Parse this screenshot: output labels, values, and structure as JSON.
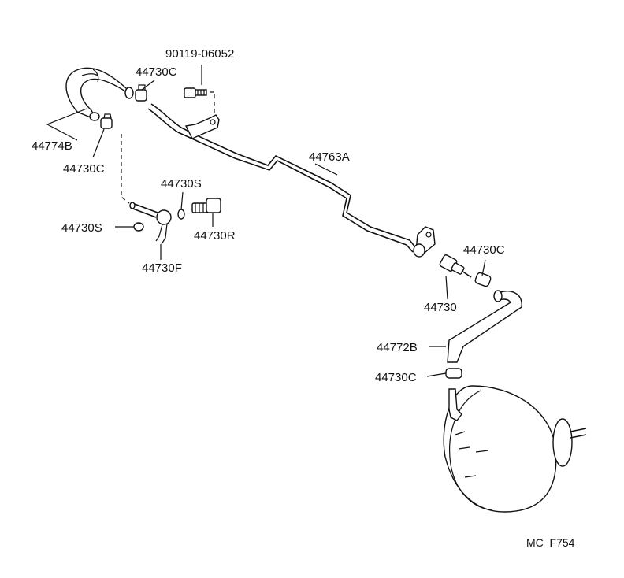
{
  "diagram": {
    "labels": {
      "bolt_90119": "90119-06052",
      "clamp_top": "44730C",
      "hose_44774B": "44774B",
      "clamp_left": "44730C",
      "pipe_44763A": "44763A",
      "gasket_upper": "44730S",
      "gasket_lower": "44730S",
      "union_bolt": "44730R",
      "fitting_44730F": "44730F",
      "clamp_right": "44730C",
      "valve_44730": "44730",
      "hose_44772B": "44772B",
      "clamp_bottom": "44730C"
    },
    "code": "MC  F754"
  }
}
